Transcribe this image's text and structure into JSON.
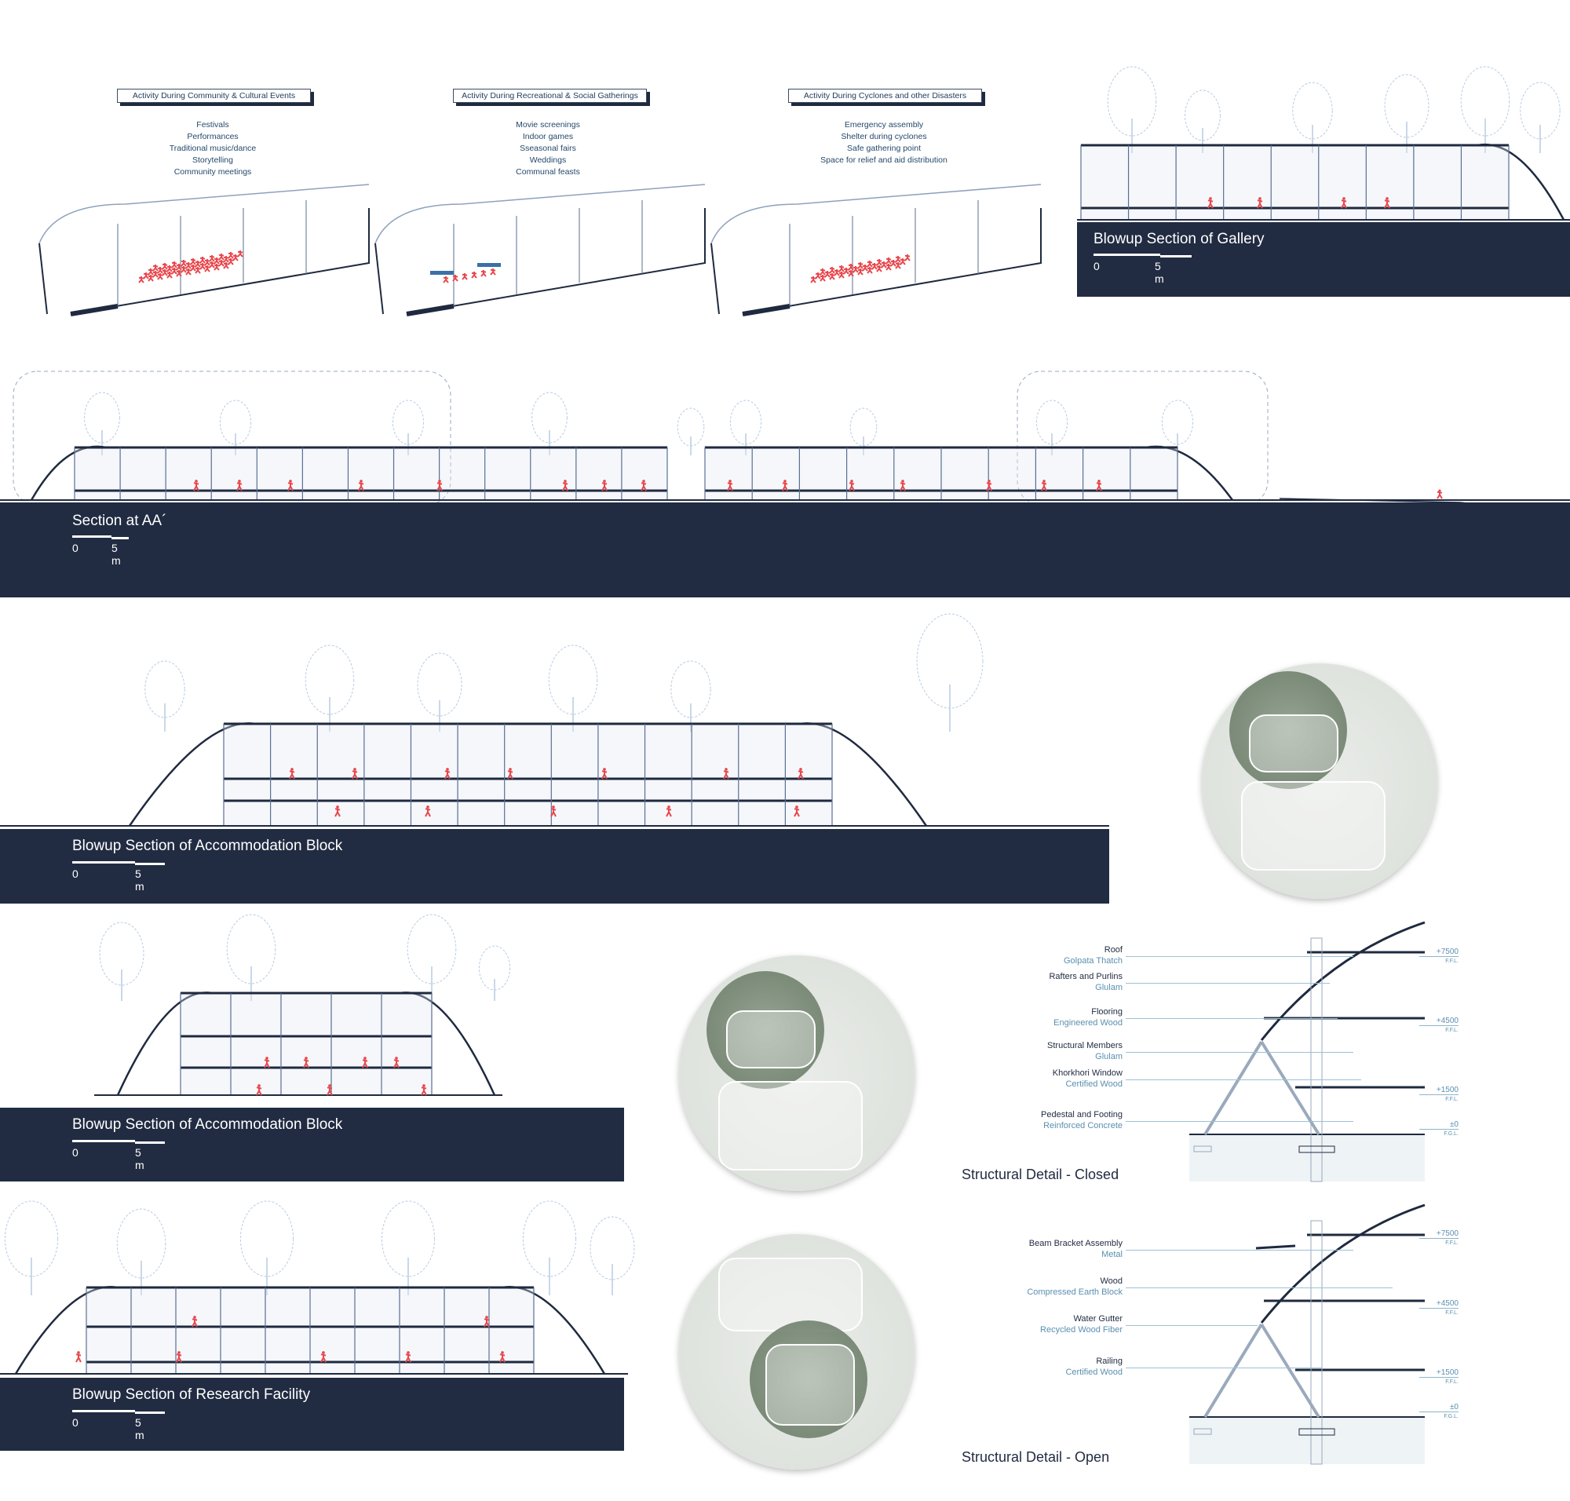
{
  "activities": [
    {
      "title": "Activity During Community & Cultural Events",
      "items": [
        "Festivals",
        "Performances",
        "Traditional music/dance",
        "Storytelling",
        "Community meetings"
      ]
    },
    {
      "title": "Activity During Recreational & Social Gatherings",
      "items": [
        "Movie screenings",
        "Indoor games",
        "Sseasonal fairs",
        "Weddings",
        "Communal feasts"
      ]
    },
    {
      "title": "Activity During Cyclones and other Disasters",
      "items": [
        "Emergency assembly",
        "Shelter during cyclones",
        "Safe gathering point",
        "Space for relief and aid distribution"
      ]
    }
  ],
  "panels": {
    "gallery": {
      "title": "Blowup Section of Gallery",
      "scale_0": "0",
      "scale_5": "5 m"
    },
    "section_aa": {
      "title": "Section at AA´",
      "scale_0": "0",
      "scale_5": "5 m"
    },
    "accommodation_1": {
      "title": "Blowup Section of Accommodation Block",
      "scale_0": "0",
      "scale_5": "5 m"
    },
    "accommodation_2": {
      "title": "Blowup Section of Accommodation Block",
      "scale_0": "0",
      "scale_5": "5 m"
    },
    "research": {
      "title": "Blowup Section of Research Facility",
      "scale_0": "0",
      "scale_5": "5 m"
    }
  },
  "structural_closed": {
    "title": "Structural Detail - Closed",
    "labels": [
      {
        "name": "Roof",
        "material": "Golpata Thatch"
      },
      {
        "name": "Rafters and Purlins",
        "material": "Glulam"
      },
      {
        "name": "Flooring",
        "material": "Engineered Wood"
      },
      {
        "name": "Structural Members",
        "material": "Glulam"
      },
      {
        "name": "Khorkhori Window",
        "material": "Certified Wood"
      },
      {
        "name": "Pedestal and Footing",
        "material": "Reinforced Concrete"
      }
    ],
    "levels": [
      {
        "value": "+7500",
        "ref": "F.F.L."
      },
      {
        "value": "+4500",
        "ref": "F.F.L."
      },
      {
        "value": "+1500",
        "ref": "F.F.L."
      },
      {
        "value": "±0",
        "ref": "F.G.L."
      }
    ]
  },
  "structural_open": {
    "title": "Structural Detail - Open",
    "labels": [
      {
        "name": "Beam Bracket Assembly",
        "material": "Metal"
      },
      {
        "name": "Wood",
        "material": "Compressed Earth Block"
      },
      {
        "name": "Water Gutter",
        "material": "Recycled Wood Fiber"
      },
      {
        "name": "Railing",
        "material": "Certified Wood"
      }
    ],
    "levels": [
      {
        "value": "+7500",
        "ref": "F.F.L."
      },
      {
        "value": "+4500",
        "ref": "F.F.L."
      },
      {
        "value": "+1500",
        "ref": "F.F.L."
      },
      {
        "value": "±0",
        "ref": "F.G.L."
      }
    ]
  },
  "colors": {
    "navy": "#212c42",
    "people": "#e8474c",
    "line": "#1f2a3f",
    "tree": "#b9cbe0"
  }
}
